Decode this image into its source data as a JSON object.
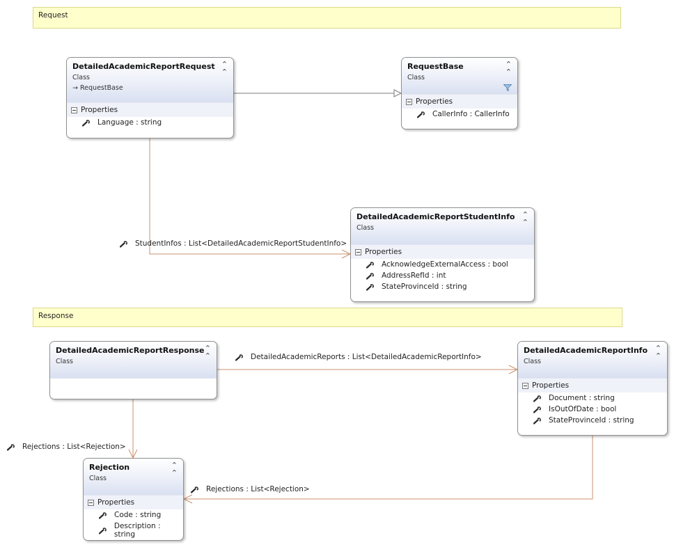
{
  "comments": {
    "request": "Request",
    "response": "Response"
  },
  "classes": {
    "req": {
      "name": "DetailedAcademicReportRequest",
      "kind": "Class",
      "base": "RequestBase",
      "section": "Properties",
      "props": [
        "Language : string"
      ]
    },
    "reqbase": {
      "name": "RequestBase",
      "kind": "Class",
      "section": "Properties",
      "props": [
        "CallerInfo : CallerInfo"
      ]
    },
    "student": {
      "name": "DetailedAcademicReportStudentInfo",
      "kind": "Class",
      "section": "Properties",
      "props": [
        "AcknowledgeExternalAccess : bool",
        "AddressRefId : int",
        "StateProvinceId : string"
      ]
    },
    "resp": {
      "name": "DetailedAcademicReportResponse",
      "kind": "Class"
    },
    "info": {
      "name": "DetailedAcademicReportInfo",
      "kind": "Class",
      "section": "Properties",
      "props": [
        "Document : string",
        "IsOutOfDate : bool",
        "StateProvinceId : string"
      ]
    },
    "rej": {
      "name": "Rejection",
      "kind": "Class",
      "section": "Properties",
      "props": [
        "Code : string",
        "Description : string"
      ]
    }
  },
  "associations": {
    "student_infos": "StudentInfos : List<DetailedAcademicReportStudentInfo>",
    "reports": "DetailedAcademicReports : List<DetailedAcademicReportInfo>",
    "resp_rejections": "Rejections : List<Rejection>",
    "info_rejections": "Rejections : List<Rejection>"
  },
  "colors": {
    "association_line": "#c8906e",
    "inheritance_line": "#7a7a7a",
    "comment_fill": "#ffffcc"
  }
}
